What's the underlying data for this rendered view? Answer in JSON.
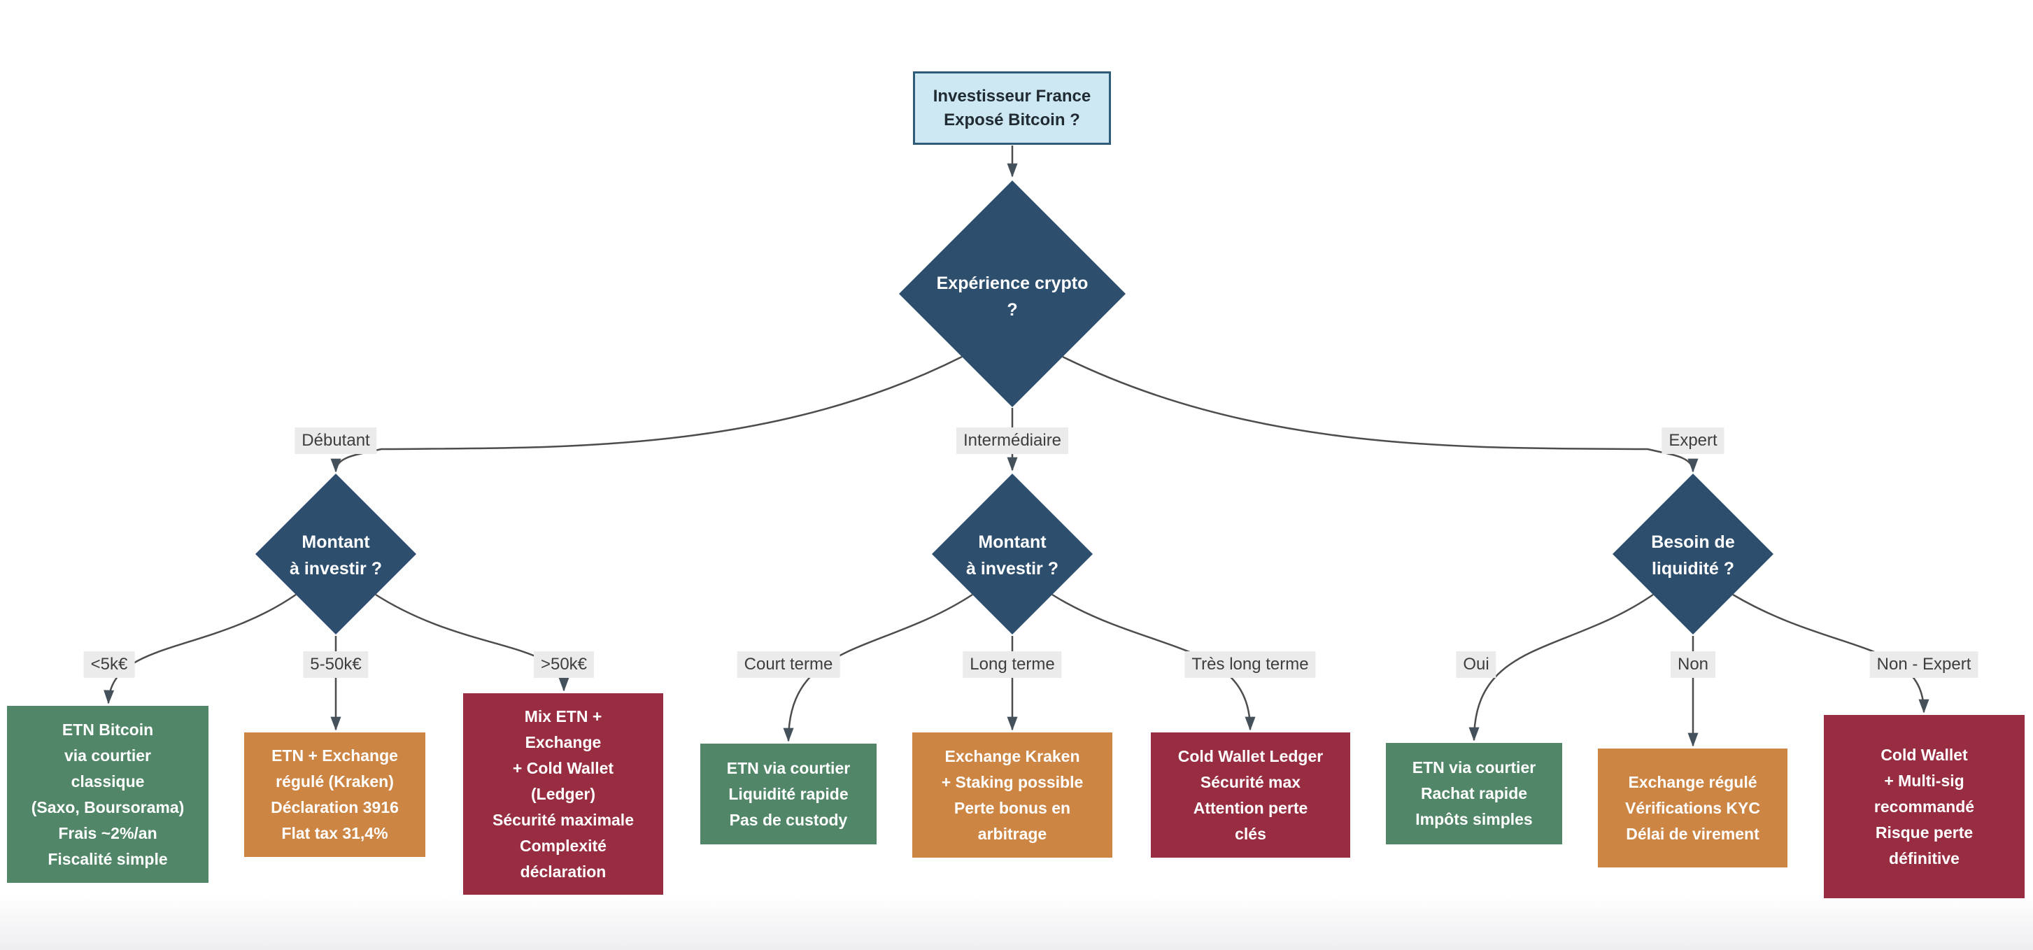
{
  "palette": {
    "decision": "#2d4e6d",
    "green": "#518768",
    "orange": "#cd8544",
    "red": "#982c40",
    "root_fill": "#cde8f2",
    "root_border": "#2e5b78",
    "root_text": "#212b33",
    "edge": "#4d4d4d",
    "arrow": "#44505a",
    "label_bg": "#ebebeb",
    "label_text": "#3e3e3e"
  },
  "root": {
    "lines": [
      "Investisseur France",
      "Exposé Bitcoin ?"
    ]
  },
  "decisions": {
    "experience": {
      "lines": [
        "Expérience crypto",
        "?"
      ]
    },
    "montant_debutant": {
      "lines": [
        "Montant",
        "à investir ?"
      ]
    },
    "montant_intermediaire": {
      "lines": [
        "Montant",
        "à investir ?"
      ]
    },
    "liquidite": {
      "lines": [
        "Besoin de",
        "liquidité ?"
      ]
    }
  },
  "edge_labels": {
    "debutant": "Débutant",
    "intermediaire": "Intermédiaire",
    "expert": "Expert",
    "moins_5k": "<5k€",
    "entre_5_50k": "5-50k€",
    "plus_50k": ">50k€",
    "court_terme": "Court terme",
    "long_terme": "Long terme",
    "tres_long_terme": "Très long terme",
    "oui": "Oui",
    "non": "Non",
    "non_expert": "Non - Expert"
  },
  "leaves": {
    "debutant_moins_5k": {
      "color": "green",
      "lines": [
        "ETN Bitcoin",
        "via courtier",
        "classique",
        "(Saxo, Boursorama)",
        "Frais ~2%/an",
        "Fiscalité simple"
      ]
    },
    "debutant_5_50k": {
      "color": "orange",
      "lines": [
        "ETN + Exchange",
        "régulé (Kraken)",
        "Déclaration 3916",
        "Flat tax 31,4%"
      ]
    },
    "debutant_plus_50k": {
      "color": "red",
      "lines": [
        "Mix ETN +",
        "Exchange",
        "+ Cold Wallet",
        "(Ledger)",
        "Sécurité maximale",
        "Complexité",
        "déclaration"
      ]
    },
    "inter_court_terme": {
      "color": "green",
      "lines": [
        "ETN via courtier",
        "Liquidité rapide",
        "Pas de custody"
      ]
    },
    "inter_long_terme": {
      "color": "orange",
      "lines": [
        "Exchange Kraken",
        "+ Staking possible",
        "Perte bonus en",
        "arbitrage"
      ]
    },
    "inter_tres_long_terme": {
      "color": "red",
      "lines": [
        "Cold Wallet Ledger",
        "Sécurité max",
        "Attention perte",
        "clés"
      ]
    },
    "expert_oui": {
      "color": "green",
      "lines": [
        "ETN via courtier",
        "Rachat rapide",
        "Impôts simples"
      ]
    },
    "expert_non": {
      "color": "orange",
      "lines": [
        "Exchange régulé",
        "Vérifications KYC",
        "Délai de virement"
      ]
    },
    "expert_non_expert": {
      "color": "red",
      "lines": [
        "Cold Wallet",
        "+ Multi-sig",
        "recommandé",
        "Risque perte",
        "définitive"
      ]
    }
  }
}
